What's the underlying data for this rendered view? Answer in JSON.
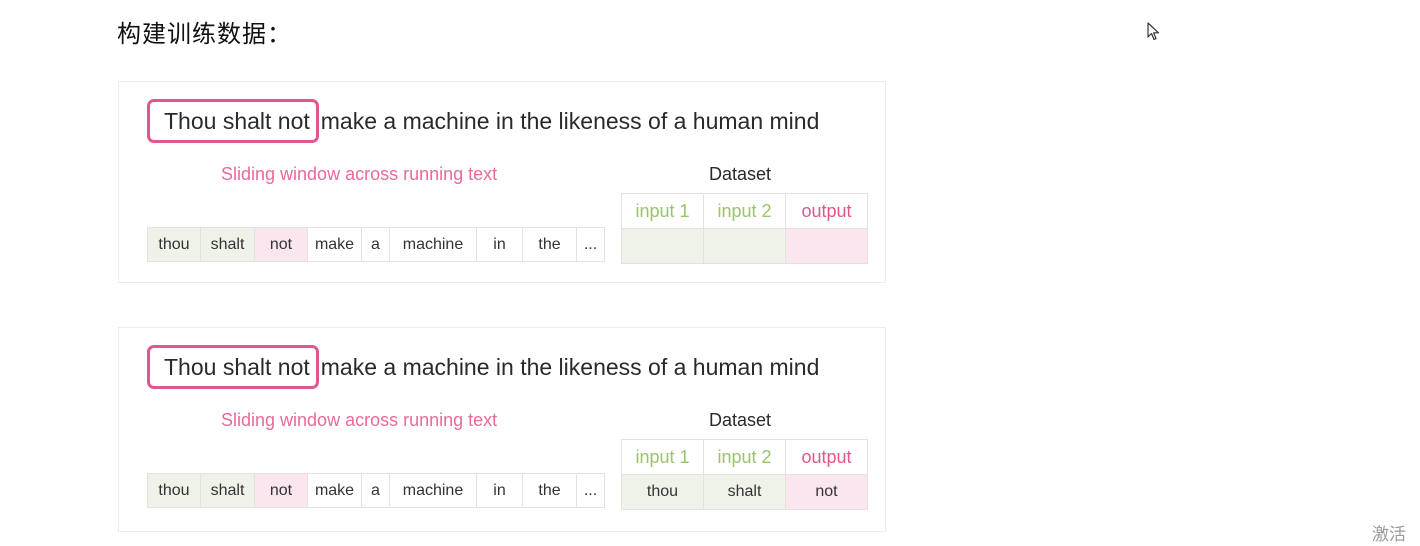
{
  "heading": "构建训练数据：",
  "watermark": "激活",
  "panels": [
    {
      "sentence": {
        "window": "Thou shalt not",
        "rest": "make a machine in the likeness of a human mind"
      },
      "sliding_label": "Sliding window across running text",
      "dataset_label": "Dataset",
      "tokens": [
        "thou",
        "shalt",
        "not",
        "make",
        "a",
        "machine",
        "in",
        "the",
        "..."
      ],
      "table": {
        "headers": [
          "input 1",
          "input 2",
          "output"
        ],
        "row": [
          "",
          "",
          ""
        ]
      }
    },
    {
      "sentence": {
        "window": "Thou shalt not",
        "rest": "make a machine in the likeness of a human mind"
      },
      "sliding_label": "Sliding window across running text",
      "dataset_label": "Dataset",
      "tokens": [
        "thou",
        "shalt",
        "not",
        "make",
        "a",
        "machine",
        "in",
        "the",
        "..."
      ],
      "table": {
        "headers": [
          "input 1",
          "input 2",
          "output"
        ],
        "row": [
          "thou",
          "shalt",
          "not"
        ]
      }
    }
  ]
}
